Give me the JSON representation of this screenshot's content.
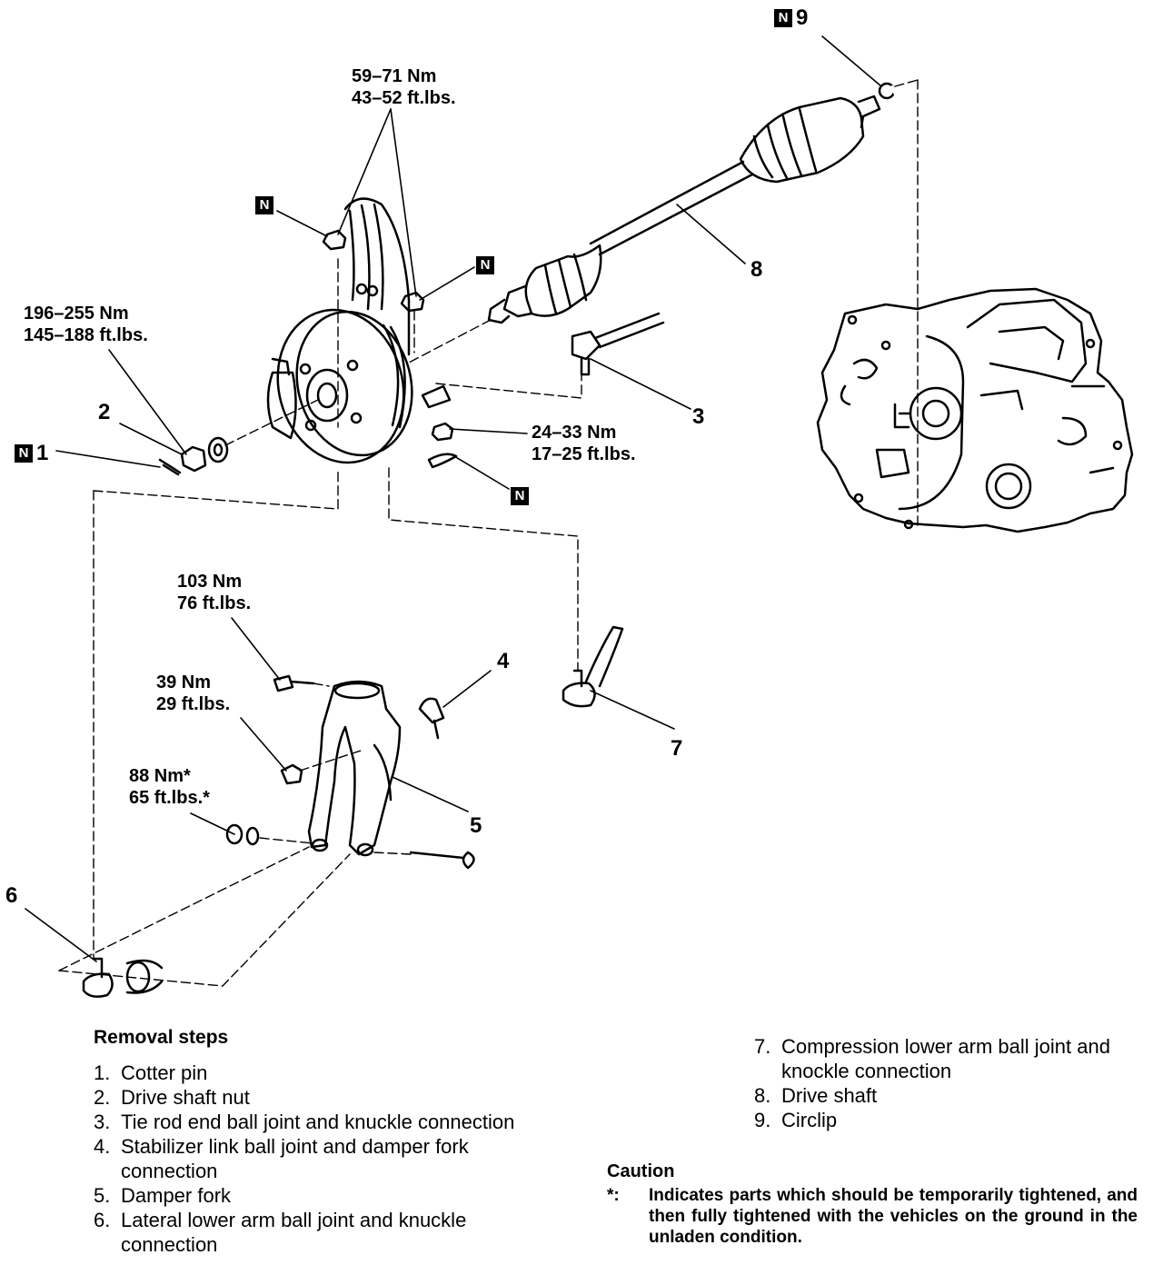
{
  "labels": {
    "torque_top": [
      "59–71 Nm",
      "43–52 ft.lbs."
    ],
    "torque_hub": [
      "196–255 Nm",
      "145–188 ft.lbs."
    ],
    "torque_tierod": [
      "24–33 Nm",
      "17–25 ft.lbs."
    ],
    "torque_103": [
      "103 Nm",
      "76 ft.lbs."
    ],
    "torque_39": [
      "39 Nm",
      "29 ft.lbs."
    ],
    "torque_88": [
      "88 Nm*",
      "65 ft.lbs.*"
    ]
  },
  "new_part_mark": "N",
  "callouts": {
    "n1": "1",
    "n2": "2",
    "n3": "3",
    "n4": "4",
    "n5": "5",
    "n6": "6",
    "n7": "7",
    "n8": "8",
    "n9": "9"
  },
  "removal": {
    "title": "Removal steps",
    "left": [
      {
        "n": "1.",
        "t": "Cotter pin"
      },
      {
        "n": "2.",
        "t": "Drive shaft nut"
      },
      {
        "n": "3.",
        "t": "Tie rod end ball joint and knuckle connection"
      },
      {
        "n": "4.",
        "t": "Stabilizer link ball joint and damper fork connection"
      },
      {
        "n": "5.",
        "t": "Damper fork"
      },
      {
        "n": "6.",
        "t": "Lateral lower arm ball joint and knuckle connection"
      }
    ],
    "right": [
      {
        "n": "7.",
        "t": "Compression lower arm ball joint and knockle connection"
      },
      {
        "n": "8.",
        "t": "Drive shaft"
      },
      {
        "n": "9.",
        "t": "Circlip"
      }
    ]
  },
  "caution": {
    "title": "Caution",
    "marker": "*:",
    "text": "Indicates parts which should be temporarily tightened, and then fully tightened with the vehicles on the ground in the unladen condition."
  }
}
